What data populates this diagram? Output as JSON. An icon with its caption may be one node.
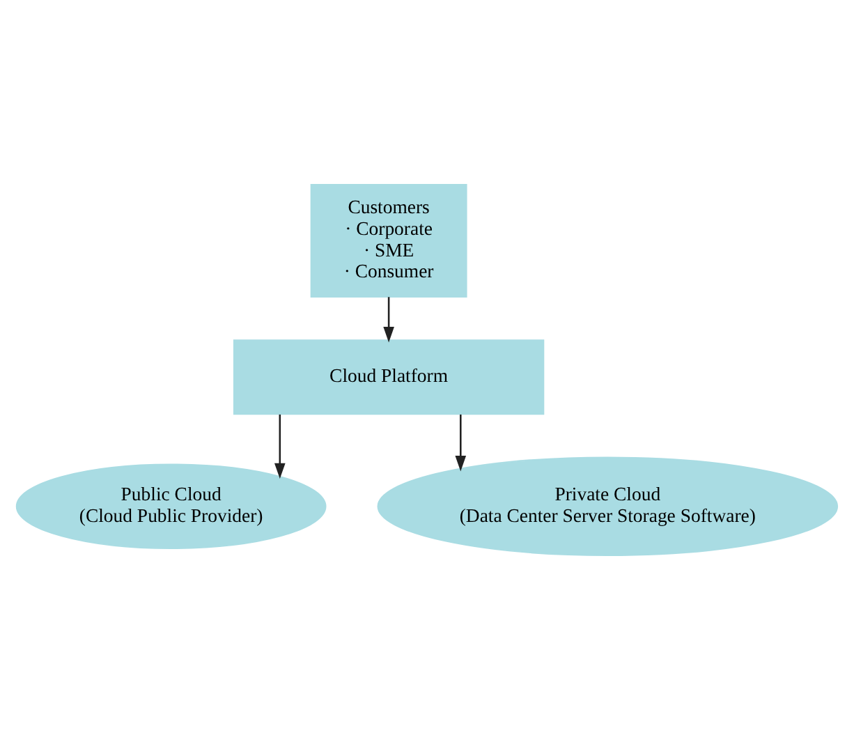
{
  "diagram": {
    "nodes": [
      {
        "text": [
          "Customers",
          "· Corporate",
          "· SME",
          "· Consumer"
        ]
      },
      {
        "text": [
          "Cloud Platform"
        ]
      },
      {
        "text": [
          "Public Cloud",
          "(Cloud Public Provider)"
        ]
      },
      {
        "text": [
          "Private Cloud",
          "(Data Center Server Storage Software)"
        ]
      }
    ],
    "edges": [
      {
        "from": 0,
        "to": 1,
        "arrow": "to"
      },
      {
        "from": 1,
        "to": 2,
        "arrow": "to"
      },
      {
        "from": 1,
        "to": 3,
        "arrow": "to"
      }
    ]
  }
}
